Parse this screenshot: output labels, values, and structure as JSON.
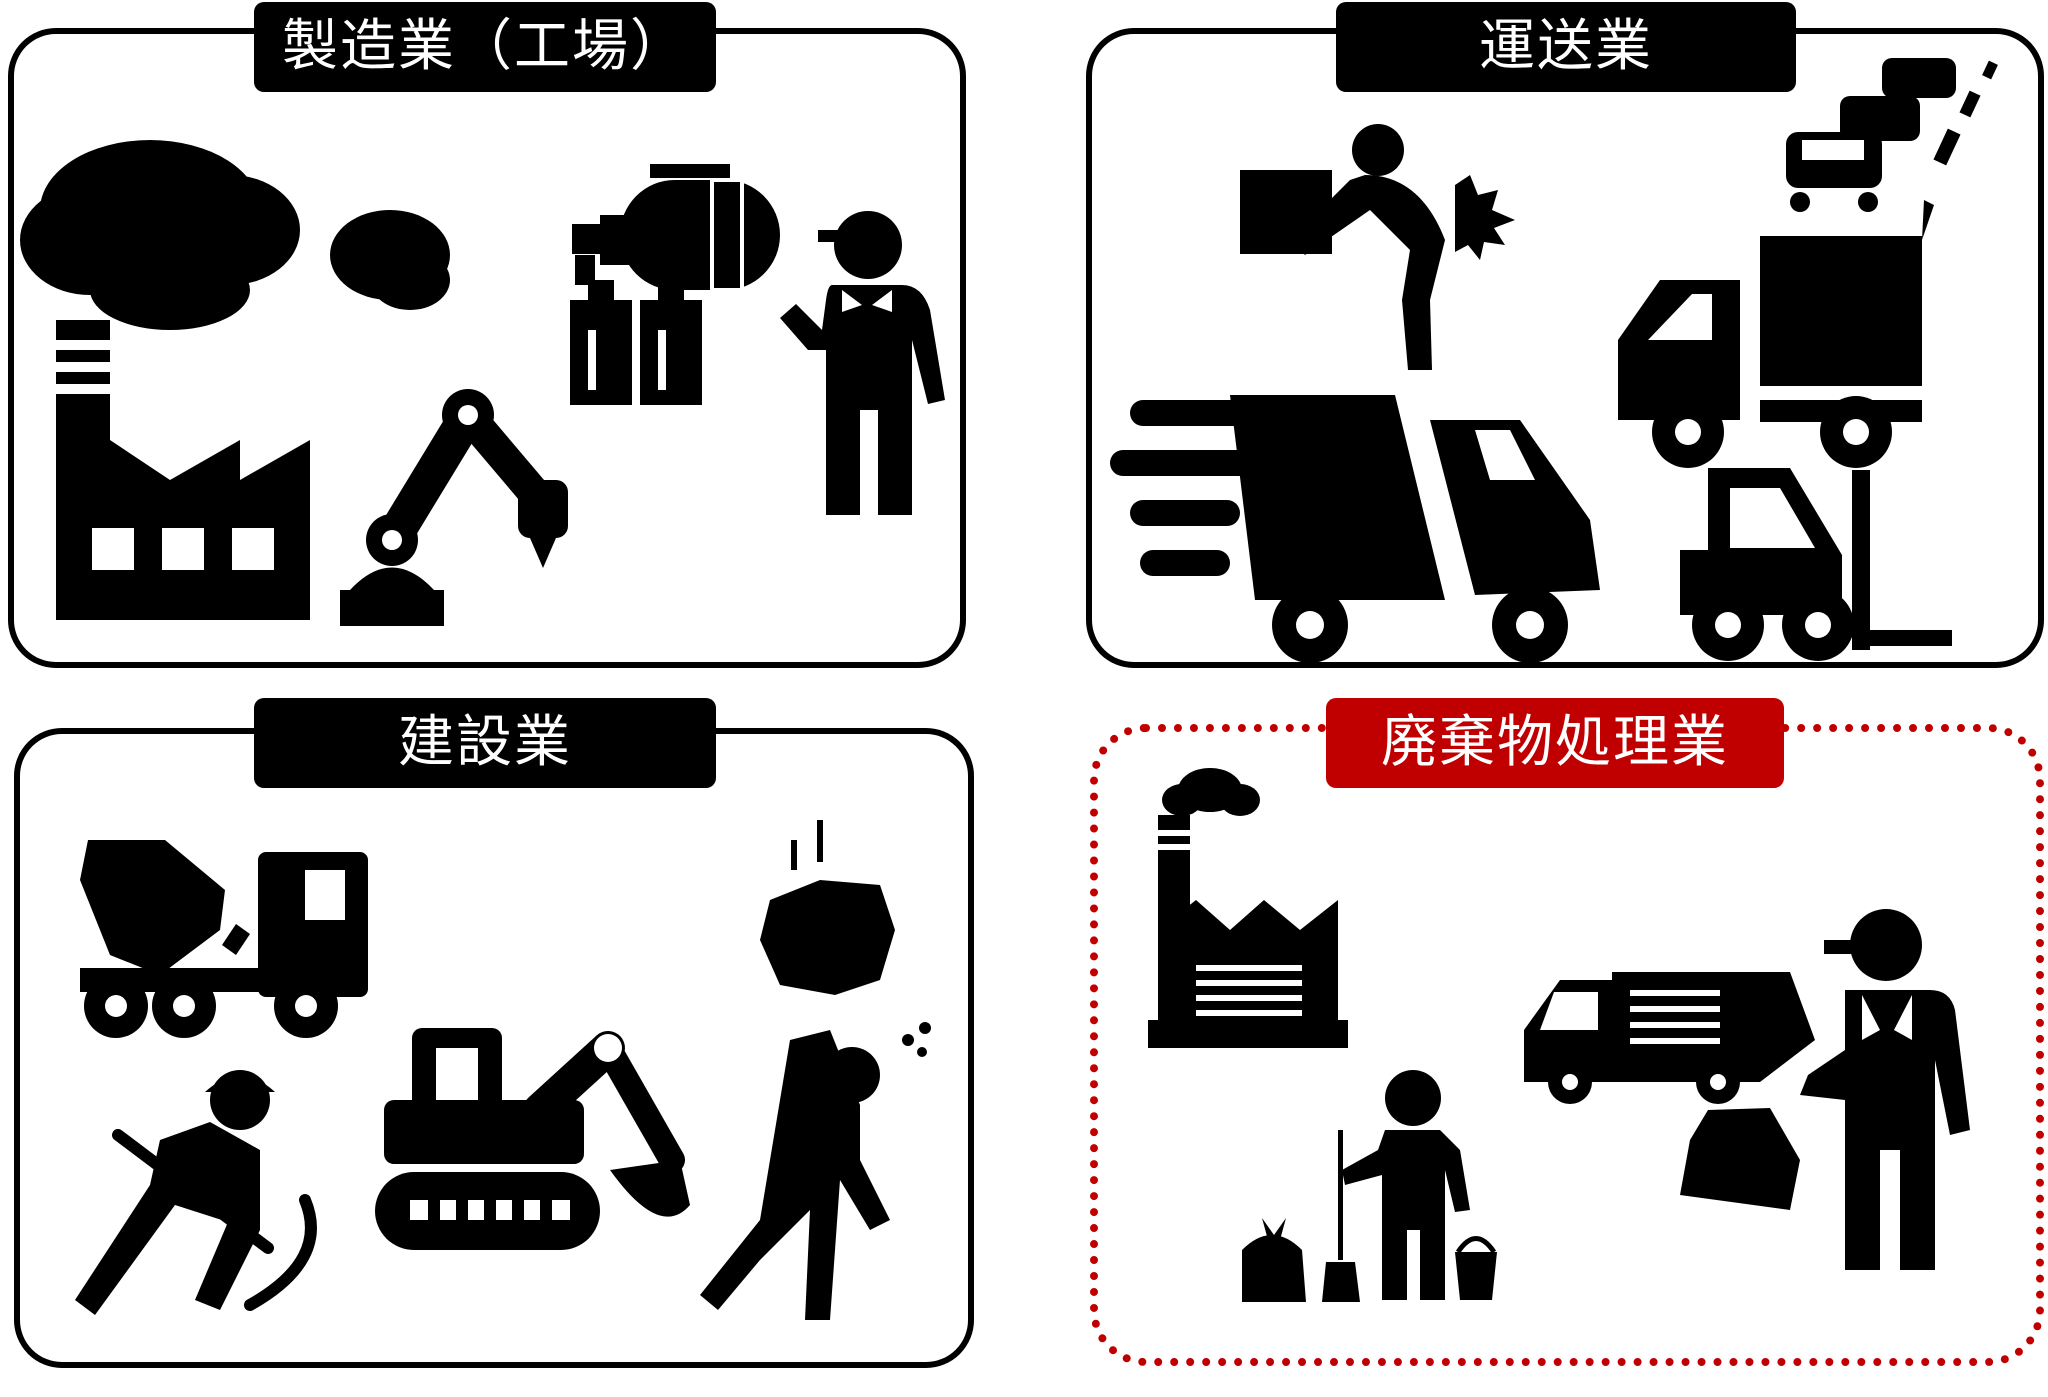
{
  "panels": {
    "manufacturing": {
      "label": "製造業（工場）",
      "icons": [
        "factory-smoke-icon",
        "robot-arm-icon",
        "tank-machinery-icon",
        "worker-icon"
      ]
    },
    "transport": {
      "label": "運送業",
      "icons": [
        "box-lifting-back-pain-icon",
        "delivery-truck-icon",
        "traffic-jam-cars-icon",
        "box-truck-icon",
        "forklift-icon"
      ]
    },
    "construction": {
      "label": "建設業",
      "icons": [
        "mixer-truck-icon",
        "pickaxe-worker-icon",
        "excavator-icon",
        "falling-rock-icon"
      ]
    },
    "waste": {
      "label": "廃棄物処理業",
      "icons": [
        "incinerator-factory-icon",
        "garbage-truck-icon",
        "cleaner-worker-icon",
        "garbage-collector-icon"
      ]
    }
  },
  "colors": {
    "icon": "#000000",
    "highlight": "#c00000",
    "background": "#ffffff"
  }
}
